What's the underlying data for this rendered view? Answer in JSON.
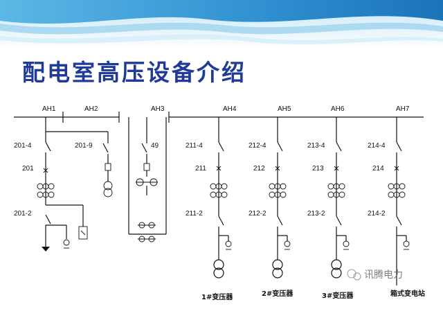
{
  "slide": {
    "title": "配电室高压设备介绍",
    "watermark": "讯腾电力"
  },
  "cabinets": [
    "AH1",
    "AH2",
    "AH3",
    "AH4",
    "AH5",
    "AH6",
    "AH7"
  ],
  "switch_labels": {
    "ah1_isolator_top": "201-4",
    "ah1_breaker": "201",
    "ah1_isolator_bottom": "201-2",
    "ah2_isolator": "201-9",
    "ah3_isolator": "49",
    "ah4_isolator_top": "211-4",
    "ah4_breaker": "211",
    "ah4_isolator_bottom": "211-2",
    "ah5_isolator_top": "212-4",
    "ah5_breaker": "212",
    "ah5_isolator_bottom": "212-2",
    "ah6_isolator_top": "213-4",
    "ah6_breaker": "213",
    "ah6_isolator_bottom": "213-2",
    "ah7_isolator_top": "214-4",
    "ah7_breaker": "214",
    "ah7_isolator_bottom": "214-2"
  },
  "loads": [
    "1#变压器",
    "2#变压器",
    "3#变压器",
    "箱式变电站"
  ],
  "colors": {
    "header_wave": "#3aa0d8",
    "title": "#1f3a9a",
    "lines": "#111111"
  }
}
